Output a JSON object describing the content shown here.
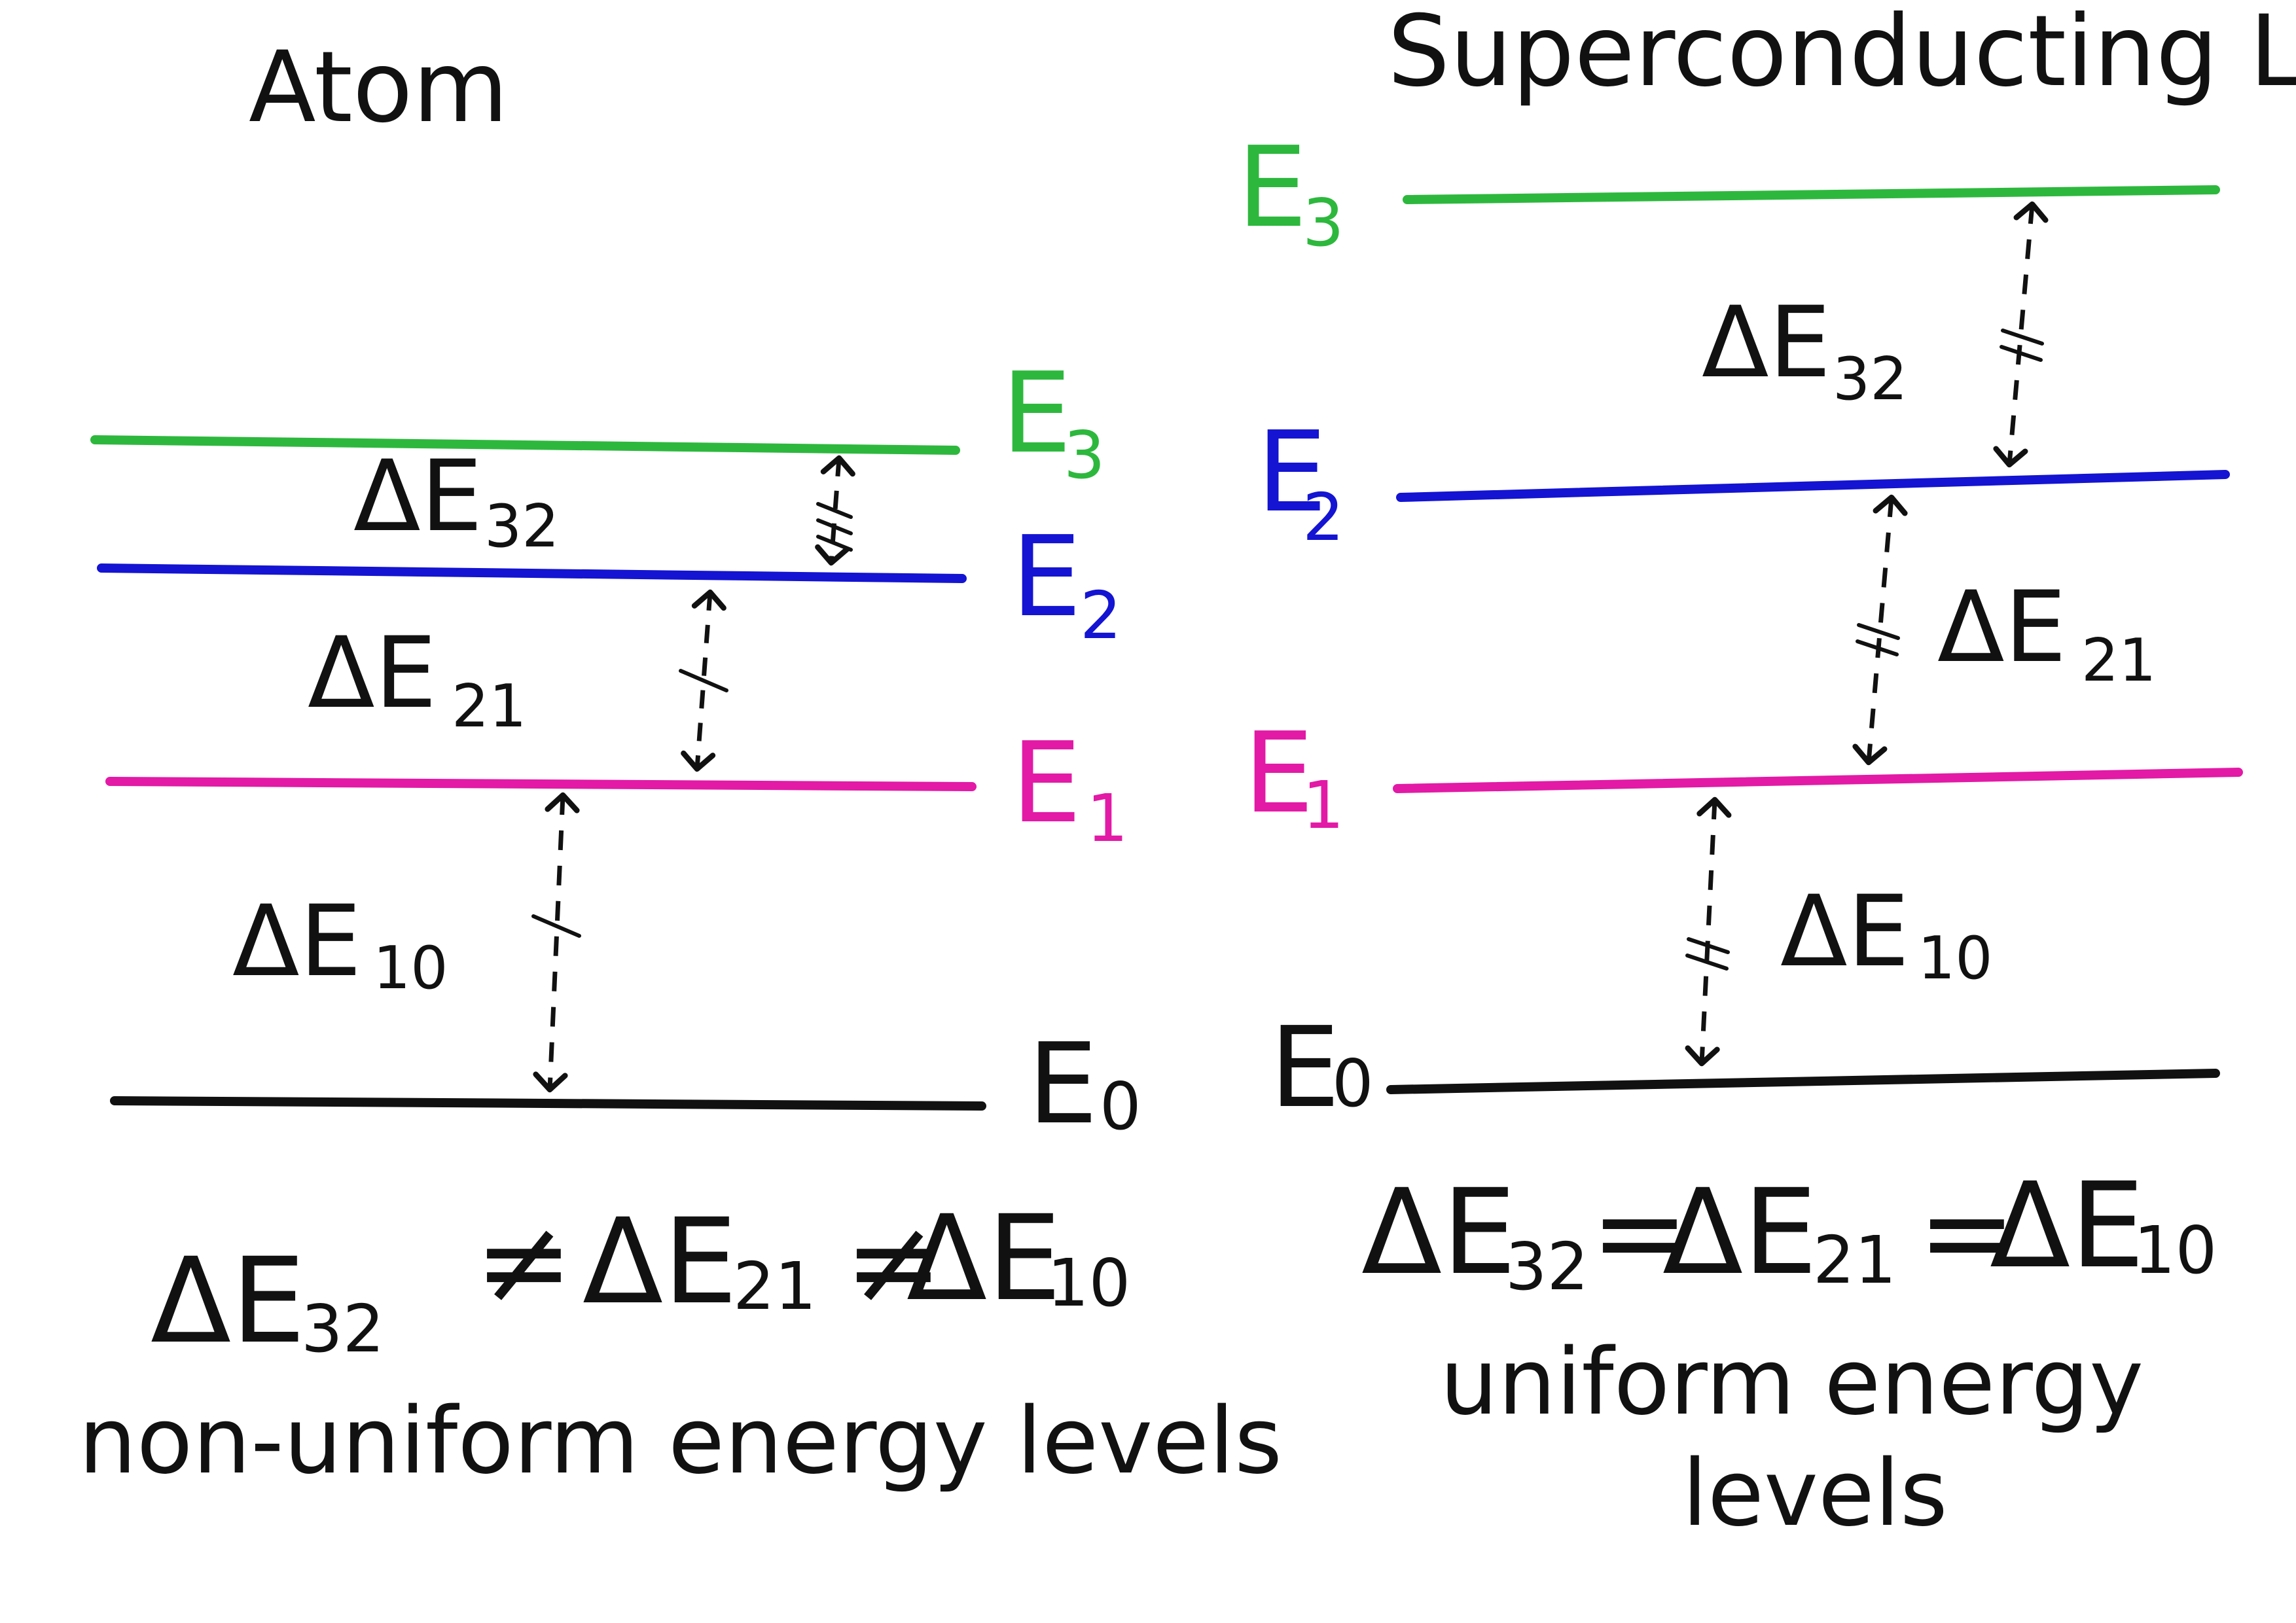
{
  "colors": {
    "E3": "#2db83d",
    "E2": "#1414d2",
    "E1": "#e21aa6",
    "E0": "#111111",
    "ink": "#111111"
  },
  "atom": {
    "title": "Atom",
    "levels": [
      {
        "id": "E3",
        "letter": "E",
        "sub": "3"
      },
      {
        "id": "E2",
        "letter": "E",
        "sub": "2"
      },
      {
        "id": "E1",
        "letter": "E",
        "sub": "1"
      },
      {
        "id": "E0",
        "letter": "E",
        "sub": "0"
      }
    ],
    "gaps": [
      {
        "label": "ΔE",
        "sub": "32"
      },
      {
        "label": "ΔE",
        "sub": "21"
      },
      {
        "label": "ΔE",
        "sub": "10"
      }
    ],
    "relation": {
      "parts": [
        "ΔE",
        "32",
        "≠",
        "ΔE",
        "21",
        "≠",
        "ΔE",
        "10"
      ]
    },
    "caption": "non-uniform energy levels"
  },
  "lc": {
    "title": "Superconducting LC",
    "levels": [
      {
        "id": "E3",
        "letter": "E",
        "sub": "3"
      },
      {
        "id": "E2",
        "letter": "E",
        "sub": "2"
      },
      {
        "id": "E1",
        "letter": "E",
        "sub": "1"
      },
      {
        "id": "E0",
        "letter": "E",
        "sub": "0"
      }
    ],
    "gaps": [
      {
        "label": "ΔE",
        "sub": "32"
      },
      {
        "label": "ΔE",
        "sub": "21"
      },
      {
        "label": "ΔE",
        "sub": "10"
      }
    ],
    "relation": {
      "parts": [
        "ΔE",
        "32",
        "=",
        "ΔE",
        "21",
        "=",
        "ΔE",
        "10"
      ]
    },
    "caption_line1": "uniform energy",
    "caption_line2": "levels"
  }
}
